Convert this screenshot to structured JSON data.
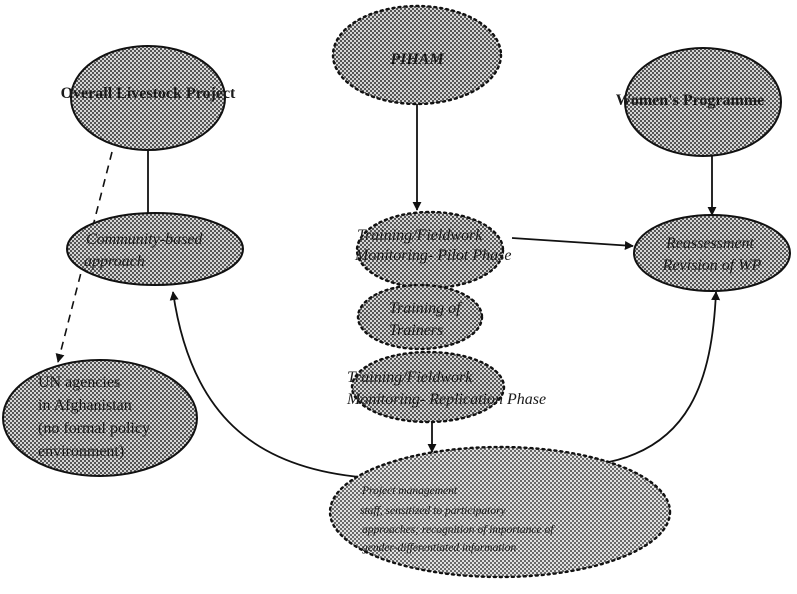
{
  "diagram": {
    "nodes": {
      "overall_livestock": {
        "lines": [
          "Overall Livestock Project"
        ]
      },
      "piham": {
        "lines": [
          "PIHAM"
        ]
      },
      "womens_programme": {
        "lines": [
          "Women's Programme"
        ]
      },
      "community_based": {
        "lines": [
          "Community-based",
          "approach"
        ]
      },
      "training_pilot": {
        "lines": [
          "Training/Fieldwork",
          "Monitoring- Pilot Phase"
        ]
      },
      "reassessment": {
        "lines": [
          "Reassessment",
          "Revision of WP"
        ]
      },
      "training_of_trainers": {
        "lines": [
          "Training of",
          "Trainers"
        ]
      },
      "training_replication": {
        "lines": [
          "Training/Fieldwork",
          "Monitoring- Replication Phase"
        ]
      },
      "un_agencies": {
        "lines": [
          "UN agencies",
          "in Afghanistan",
          "(no formal policy",
          "environment)"
        ]
      },
      "project_management": {
        "lines": [
          "Project management",
          "staff, sensitized to participatory",
          "approaches; recognition of importance of",
          "gender-differentiated information"
        ]
      }
    },
    "edges": [
      {
        "from": "overall_livestock",
        "to": "community_based",
        "style": "solid"
      },
      {
        "from": "overall_livestock",
        "to": "un_agencies",
        "style": "dashed"
      },
      {
        "from": "piham",
        "to": "training_pilot",
        "style": "solid"
      },
      {
        "from": "womens_programme",
        "to": "reassessment",
        "style": "solid"
      },
      {
        "from": "training_pilot",
        "to": "reassessment",
        "style": "solid"
      },
      {
        "from": "training_replication",
        "to": "project_management",
        "style": "solid"
      },
      {
        "from": "project_management",
        "to": "community_based",
        "style": "solid-curve"
      },
      {
        "from": "project_management",
        "to": "reassessment",
        "style": "solid-curve"
      }
    ],
    "colors": {
      "stroke": "#111111",
      "fill_dark": "#8a8a8a",
      "fill_light": "#b5b5b5"
    }
  }
}
